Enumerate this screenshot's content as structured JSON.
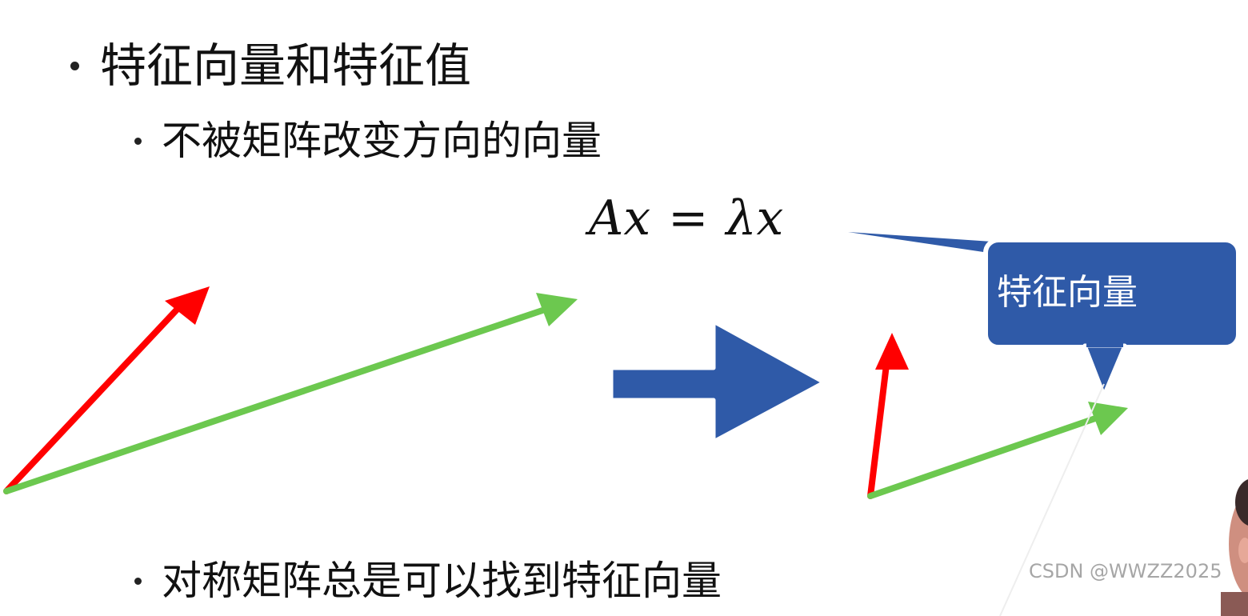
{
  "slide": {
    "heading": "特征向量和特征值",
    "sub_bullets": [
      "不被矩阵改变方向的向量",
      "对称矩阵总是可以找到特征向量"
    ],
    "equation": {
      "lhs": "Ax",
      "op": "=",
      "rhs": "λx"
    },
    "callout": "特征向量",
    "watermark": "CSDN @WWZZ2025"
  },
  "colors": {
    "red_vector": "#ff0000",
    "green_vector": "#6cc84f",
    "shape_blue": "#2f5aa8",
    "callout_border": "#ffffff"
  },
  "icons": {
    "transform_arrow": "right-arrow-icon"
  }
}
